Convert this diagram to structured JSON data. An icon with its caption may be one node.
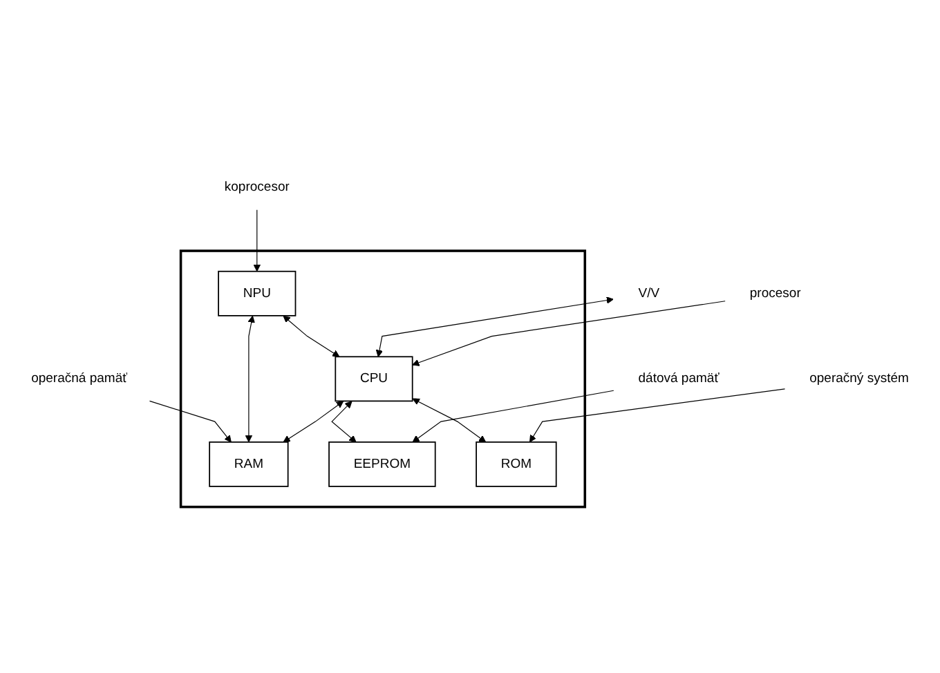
{
  "diagram": {
    "nodes": [
      {
        "text": [],
        "shape": "box"
      },
      {
        "text": [
          "koprocesor"
        ]
      },
      {
        "text": [
          "operačná pamäť"
        ]
      },
      {
        "text": [
          "NPU"
        ],
        "in": 0
      },
      {
        "text": [
          "RAM"
        ],
        "in": 0
      },
      {
        "text": [
          "V/V"
        ]
      },
      {
        "text": [
          "CPU"
        ],
        "in": 0
      },
      {
        "text": [
          "EEPROM"
        ],
        "in": 0
      },
      {
        "text": [
          "ROM"
        ],
        "in": 0
      },
      {
        "text": [
          "procesor"
        ]
      },
      {
        "text": [
          "dátová pamäť"
        ]
      },
      {
        "text": [
          "operačný systém"
        ]
      }
    ],
    "edges": [
      {
        "from": 1,
        "to": 3,
        "arrow": "to"
      },
      {
        "from": 2,
        "to": 4,
        "arrow": "to"
      },
      {
        "from": 3,
        "to": 4,
        "arrow": "both"
      },
      {
        "from": 6,
        "to": 4,
        "arrow": "both"
      },
      {
        "from": 3,
        "to": 6,
        "arrow": "both"
      },
      {
        "from": 5,
        "to": 6,
        "arrow": "both"
      },
      {
        "from": 6,
        "to": 7,
        "arrow": "both"
      },
      {
        "from": 6,
        "to": 8,
        "arrow": "both"
      },
      {
        "from": 9,
        "to": 6,
        "arrow": "to"
      },
      {
        "from": 10,
        "to": 7,
        "arrow": "to"
      },
      {
        "from": 11,
        "to": 8,
        "arrow": "to"
      }
    ]
  }
}
